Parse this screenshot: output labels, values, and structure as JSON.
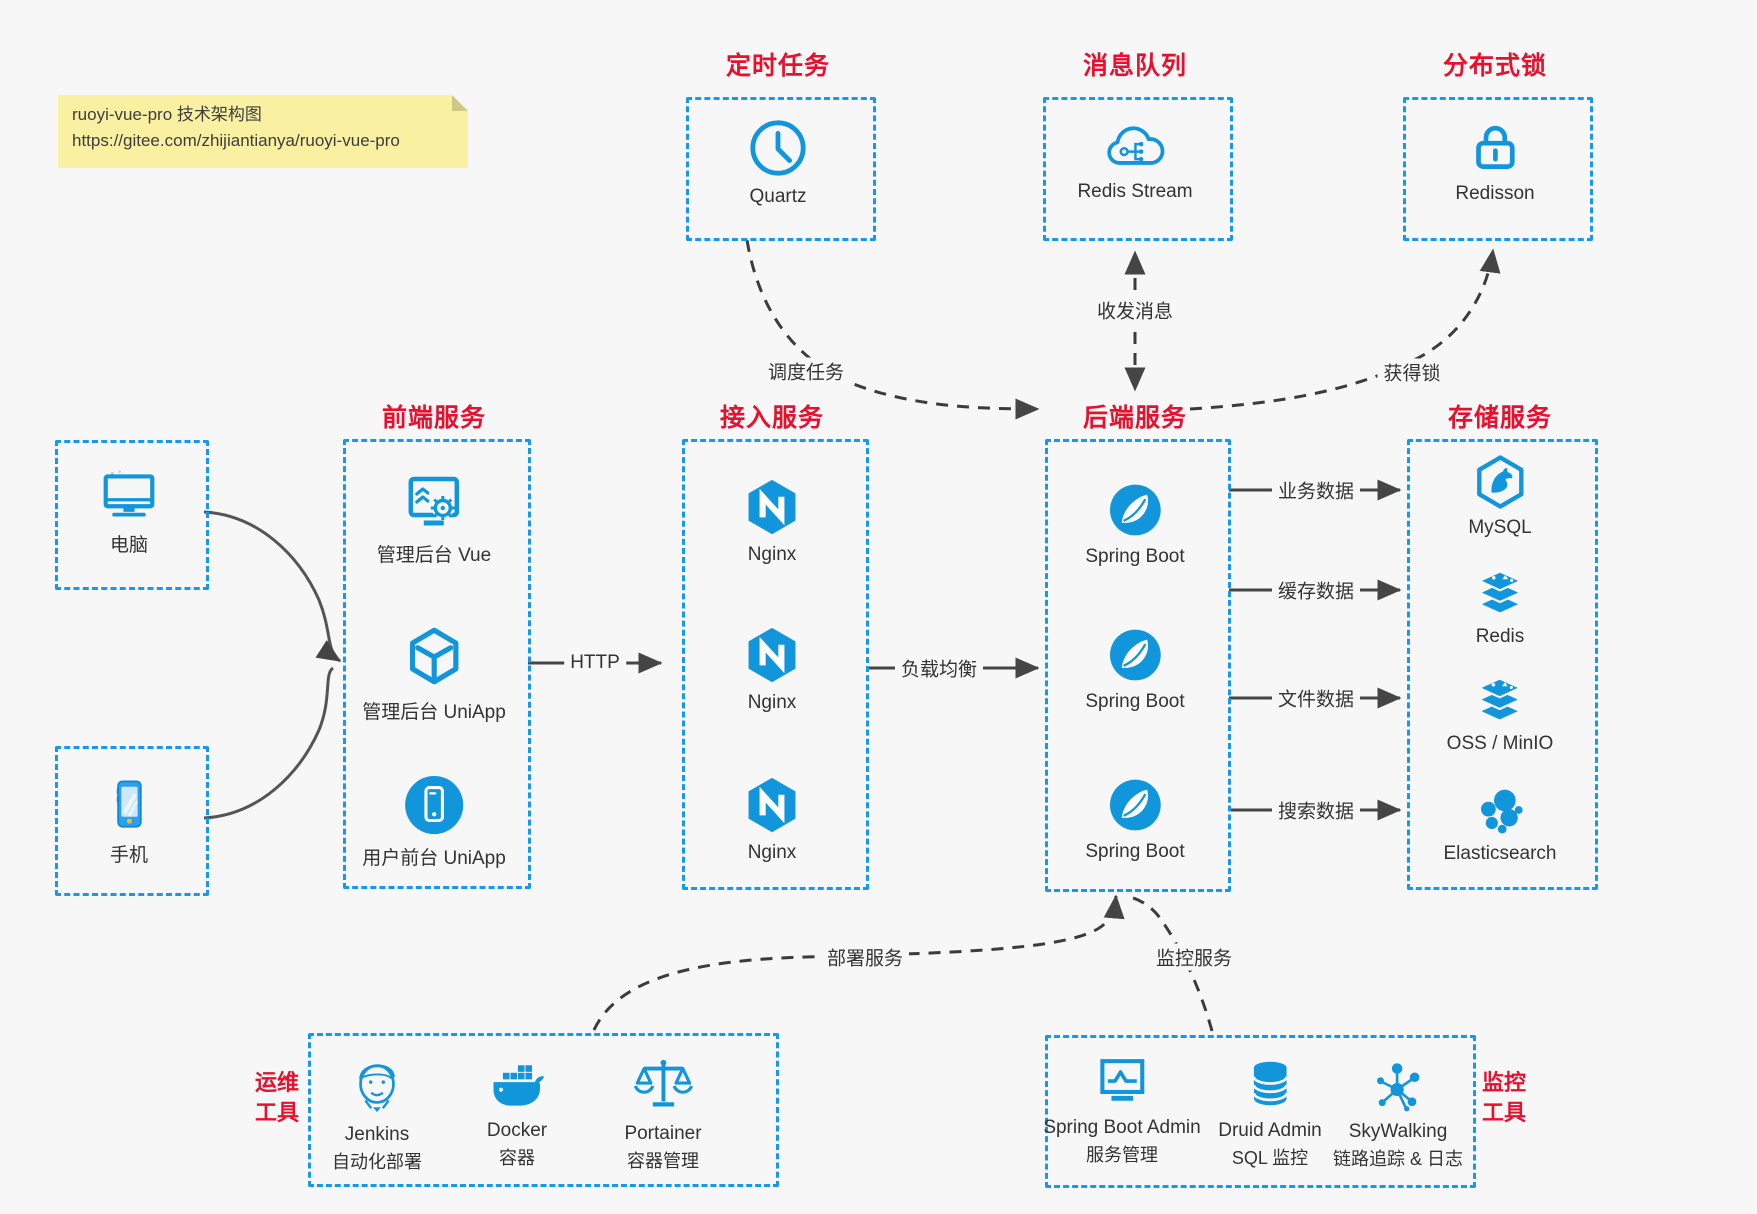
{
  "note": {
    "title": "ruoyi-vue-pro 技术架构图",
    "url": "https://gitee.com/zhijiantianya/ruoyi-vue-pro"
  },
  "groups": {
    "scheduler": {
      "title": "定时任务",
      "item": "Quartz"
    },
    "mq": {
      "title": "消息队列",
      "item": "Redis Stream"
    },
    "lock": {
      "title": "分布式锁",
      "item": "Redisson"
    },
    "clients": {
      "computer": "电脑",
      "phone": "手机"
    },
    "frontend": {
      "title": "前端服务",
      "items": {
        "vue": "管理后台 Vue",
        "uniapp_admin": "管理后台 UniApp",
        "uniapp_user": "用户前台 UniApp"
      }
    },
    "gateway": {
      "title": "接入服务",
      "items": {
        "n1": "Nginx",
        "n2": "Nginx",
        "n3": "Nginx"
      }
    },
    "backend": {
      "title": "后端服务",
      "items": {
        "s1": "Spring Boot",
        "s2": "Spring Boot",
        "s3": "Spring Boot"
      }
    },
    "storage": {
      "title": "存储服务",
      "items": {
        "mysql": "MySQL",
        "redis": "Redis",
        "oss": "OSS / MinIO",
        "es": "Elasticsearch"
      }
    },
    "devops": {
      "title1": "运维",
      "title2": "工具",
      "items": {
        "jenkins": {
          "name": "Jenkins",
          "desc": "自动化部署"
        },
        "docker": {
          "name": "Docker",
          "desc": "容器"
        },
        "portainer": {
          "name": "Portainer",
          "desc": "容器管理"
        }
      }
    },
    "monitor": {
      "title1": "监控",
      "title2": "工具",
      "items": {
        "sba": {
          "name": "Spring Boot Admin",
          "desc": "服务管理"
        },
        "druid": {
          "name": "Druid Admin",
          "desc": "SQL 监控"
        },
        "skywalking": {
          "name": "SkyWalking",
          "desc": "链路追踪 & 日志"
        }
      }
    }
  },
  "edges": {
    "http": "HTTP",
    "load_balance": "负载均衡",
    "schedule_task": "调度任务",
    "send_receive_message": "收发消息",
    "acquire_lock": "获得锁",
    "business_data": "业务数据",
    "cache_data": "缓存数据",
    "file_data": "文件数据",
    "search_data": "搜索数据",
    "deploy_service": "部署服务",
    "monitor_service": "监控服务"
  },
  "colors": {
    "icon_blue": "#1296db",
    "border_blue": "#1499f2",
    "title_red": "#e8112d",
    "line_dark": "#454545",
    "note_bg": "#faf0a2"
  }
}
